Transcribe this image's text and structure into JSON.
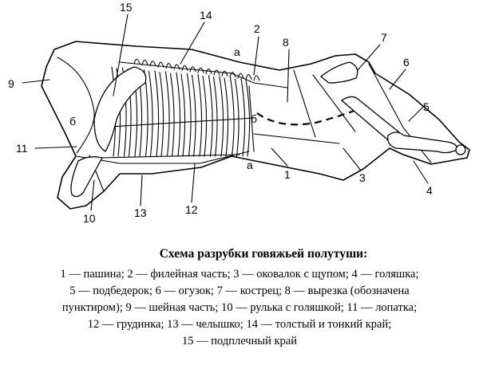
{
  "caption": {
    "title": "Схема разрубки говяжьей полутуши:",
    "legend_lines": [
      "1 — пашина; 2 — филейная часть; 3 — оковалок с щупом; 4 — голяшка;",
      "5 — подбедерок; 6 — огузок; 7 — кострец; 8 — вырезка (обозначена",
      "пунктиром); 9 — шейная часть; 10 — рулька с голяшкой; 11 — лопатка;",
      "12 — грудинка; 13 — челышко; 14 — толстый и тонкий край;",
      "15 — подплечный край"
    ]
  },
  "diagram": {
    "labels": {
      "n1": "1",
      "n2": "2",
      "n3": "3",
      "n4": "4",
      "n5": "5",
      "n6": "6",
      "n7": "7",
      "n8": "8",
      "n9": "9",
      "n10": "10",
      "n11": "11",
      "n12": "12",
      "n13": "13",
      "n14": "14",
      "n15": "15"
    },
    "marks": {
      "a_top": "а",
      "a_bottom": "а",
      "b_left": "б",
      "b_right": "б"
    }
  }
}
